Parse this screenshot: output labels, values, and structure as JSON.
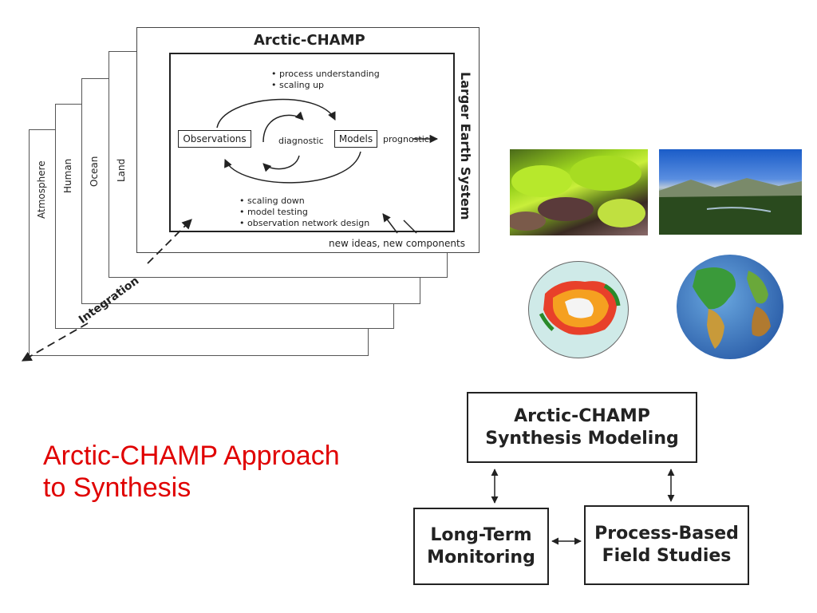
{
  "diagram": {
    "title": "Arctic-CHAMP",
    "layers": [
      "Atmosphere",
      "Human",
      "Ocean",
      "Land"
    ],
    "top_bullets": [
      "process understanding",
      "scaling up"
    ],
    "bottom_bullets": [
      "scaling down",
      "model testing",
      "observation network design"
    ],
    "observations_label": "Observations",
    "models_label": "Models",
    "diagnostic_label": "diagnostic",
    "prognostic_label": "prognostic",
    "side_label": "Larger Earth System",
    "new_ideas_label": "new ideas, new components",
    "integration_label": "Integration"
  },
  "headline": {
    "line1": "Arctic-CHAMP Approach",
    "line2": "to Synthesis",
    "color": "#e00000"
  },
  "flow": {
    "top_box": "Arctic-CHAMP Synthesis Modeling",
    "left_box": "Long-Term Monitoring",
    "right_box": "Process-Based Field Studies"
  },
  "images": {
    "photo1": "tundra-moss-photo",
    "photo2": "arctic-valley-photo",
    "globe1": "arctic-map-globe",
    "globe2": "earth-globe"
  }
}
